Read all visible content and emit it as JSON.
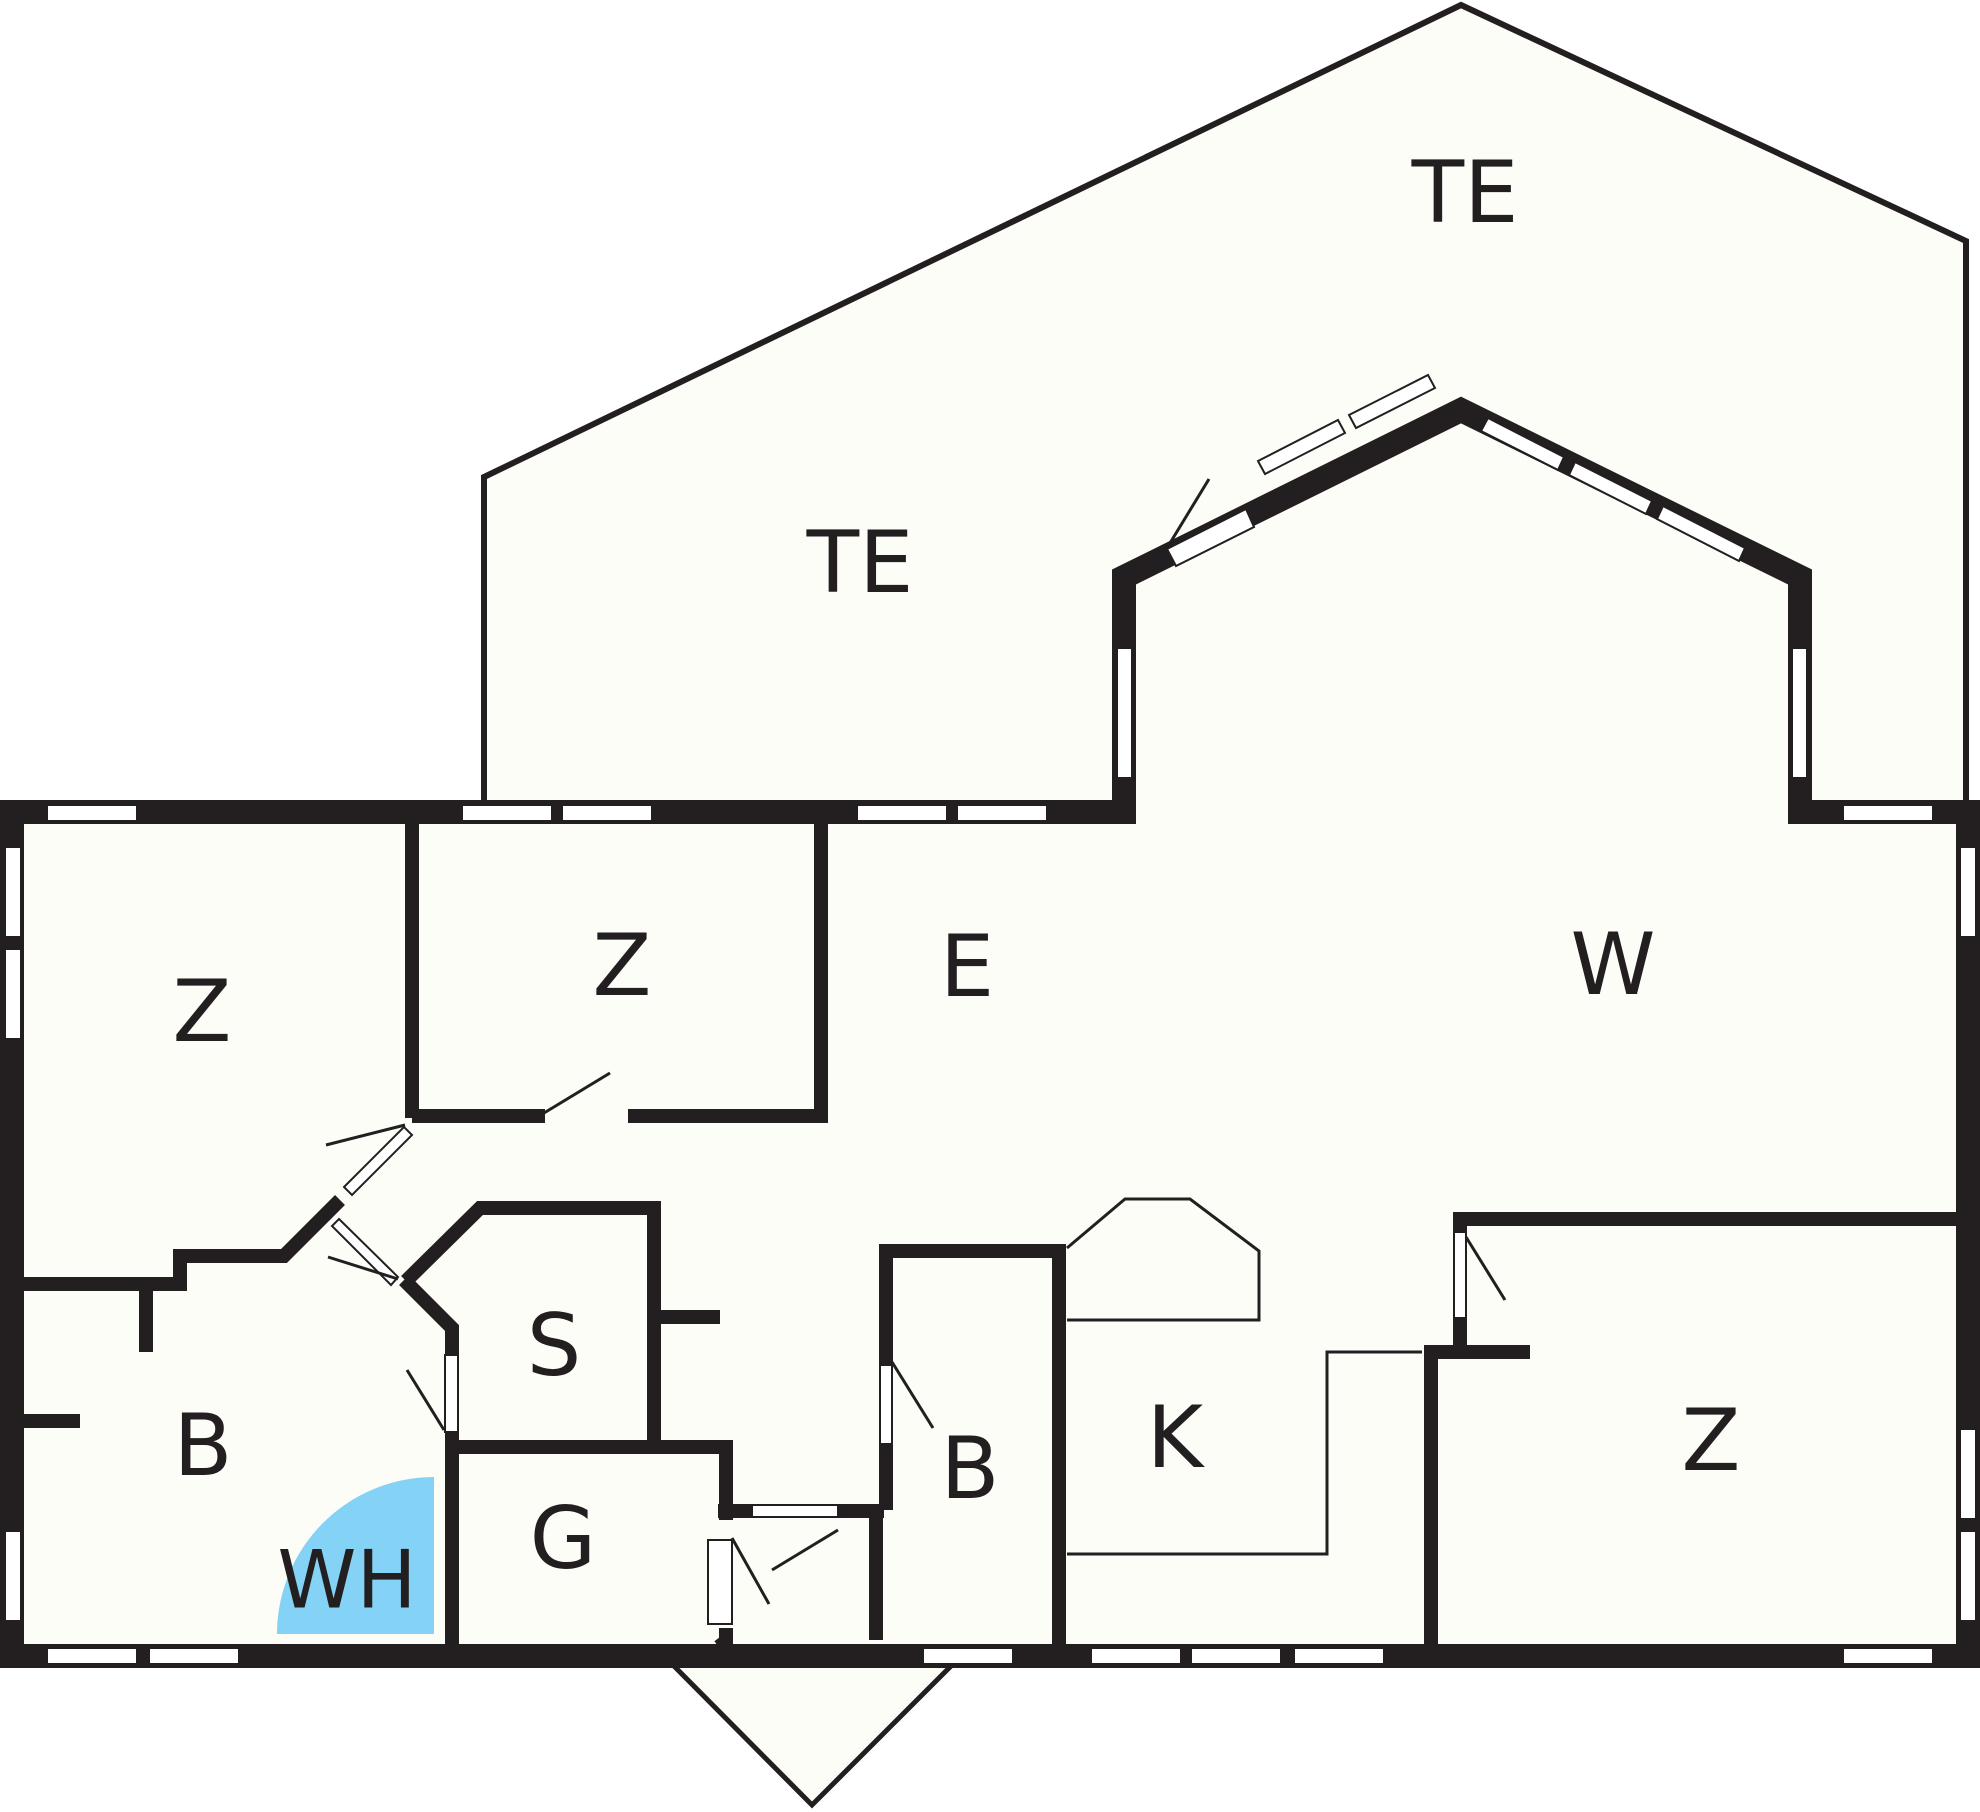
{
  "floorplan": {
    "colors": {
      "wall": "#231f20",
      "floor": "#fdfdf8",
      "hot_tub": "#84d2f5",
      "window": "#ffffff"
    },
    "rooms": {
      "terrace_upper": "TE",
      "terrace_lower": "TE",
      "living_room": "W",
      "dining_area": "E",
      "bedroom_top_left": "Z",
      "bedroom_top_middle": "Z",
      "bedroom_bottom_right": "Z",
      "bathroom_left": "B",
      "bathroom_middle": "B",
      "storage": "S",
      "toilet": "G",
      "kitchen": "K",
      "whirlpool": "WH"
    }
  }
}
